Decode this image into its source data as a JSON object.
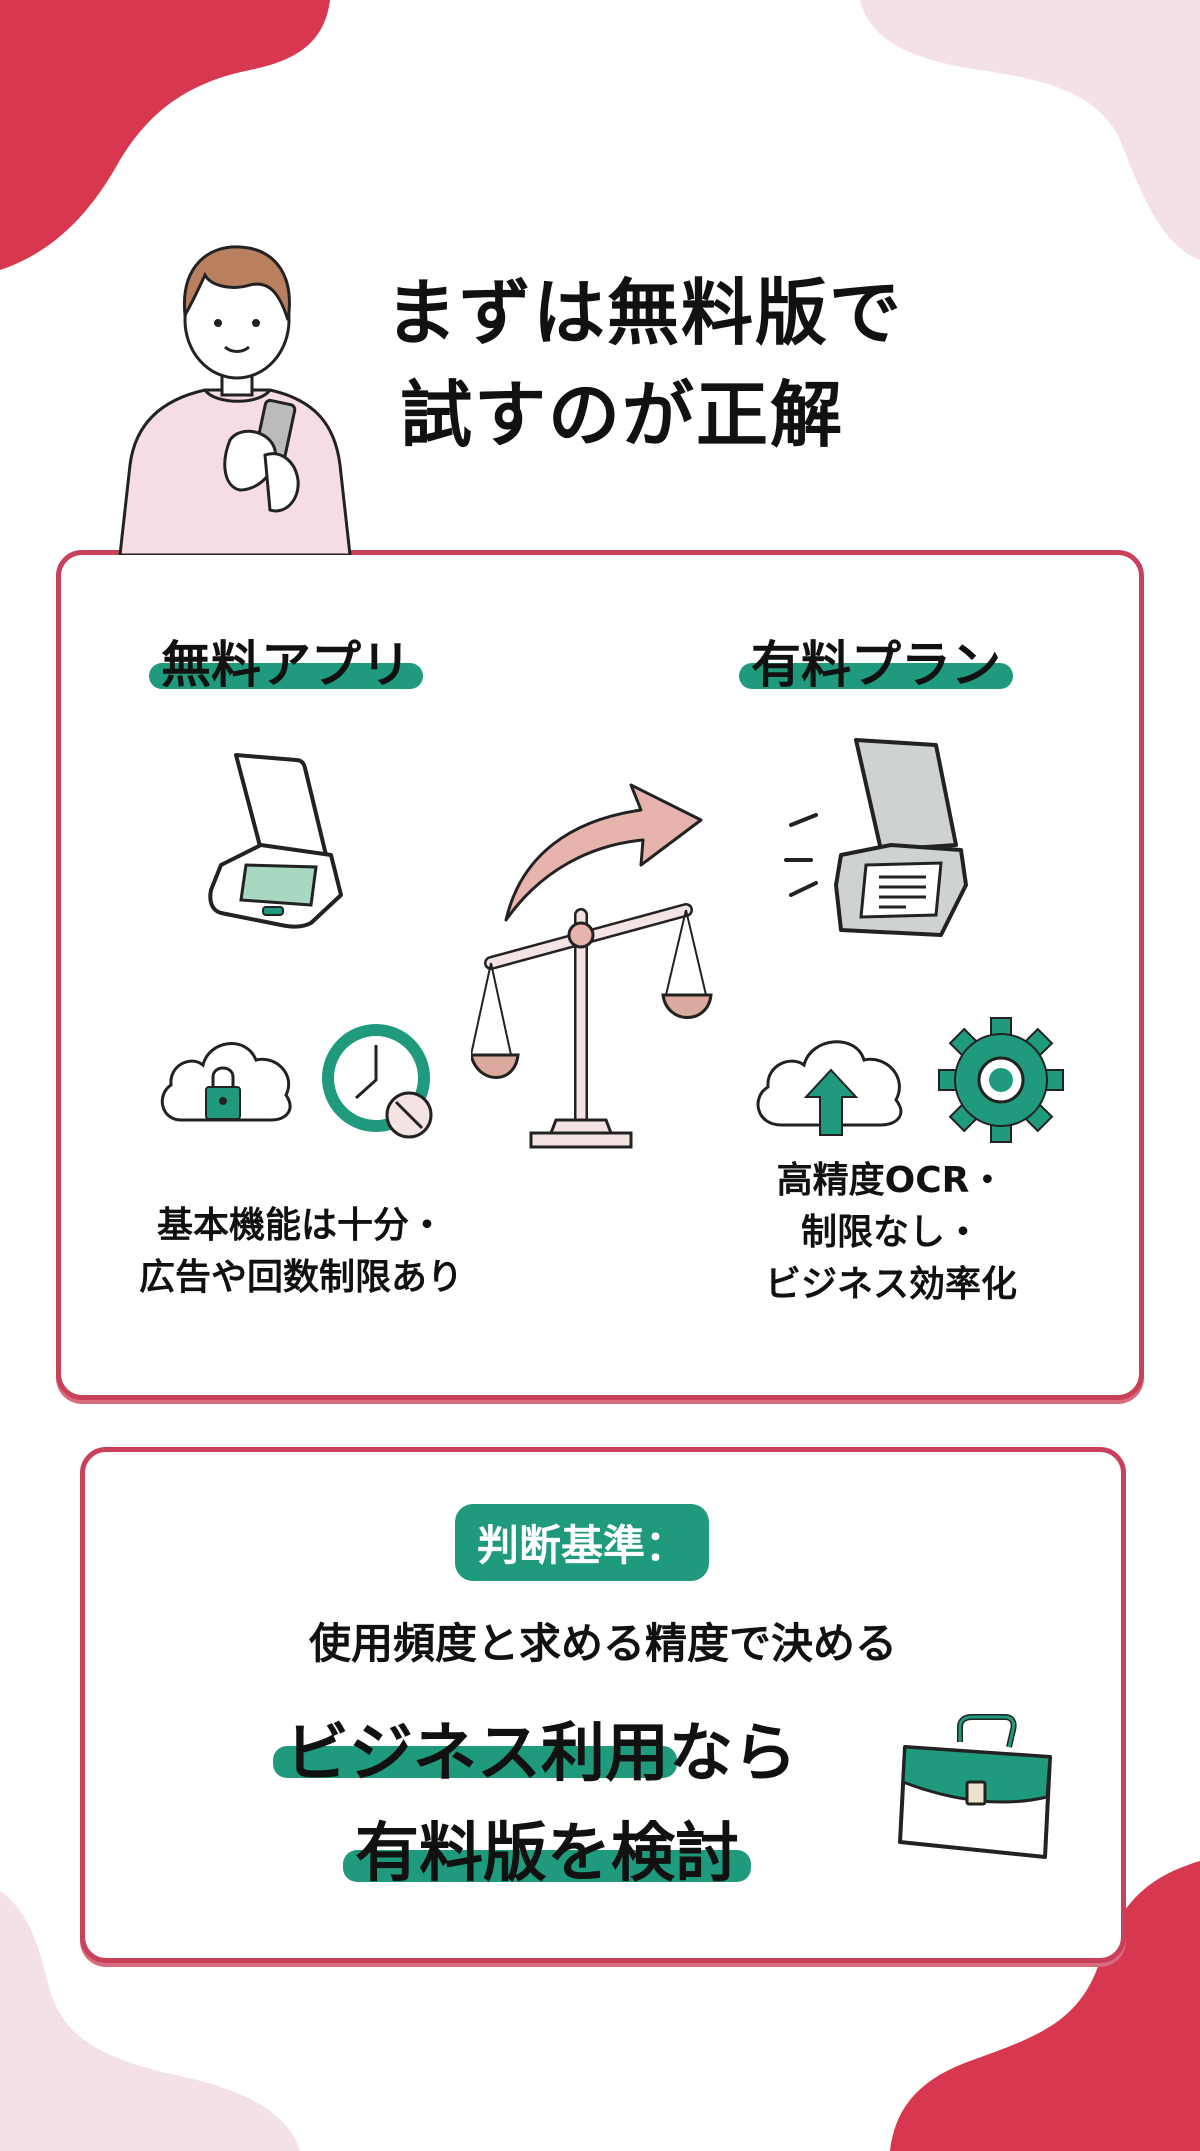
{
  "title": {
    "line1": "まずは無料版で",
    "line2": "試すのが正解"
  },
  "comparison": {
    "free": {
      "heading": "無料アプリ",
      "icons": [
        "scanner-icon",
        "cloud-lock-icon",
        "clock-limit-icon"
      ],
      "description_line1": "基本機能は十分・",
      "description_line2": "広告や回数制限あり"
    },
    "center_icons": [
      "arrow-right-curved-icon",
      "balance-scale-icon"
    ],
    "paid": {
      "heading": "有料プラン",
      "icons": [
        "pro-scanner-icon",
        "cloud-upload-icon",
        "gear-icon"
      ],
      "description_line1": "高精度OCR・",
      "description_line2": "制限なし・",
      "description_line3": "ビジネス効率化"
    }
  },
  "criteria": {
    "label": "判断基準：",
    "text": "使用頻度と求める精度で決める",
    "conclusion_line1": "ビジネス利用なら",
    "conclusion_line2": "有料版を検討",
    "icon": "briefcase-icon"
  },
  "colors": {
    "accent_red": "#d8384f",
    "light_pink": "#f3e1e6",
    "teal": "#1f9a7c",
    "card_border": "#c9405a"
  }
}
